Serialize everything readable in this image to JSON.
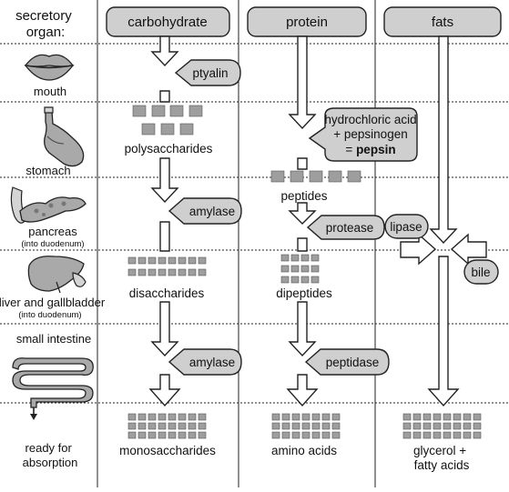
{
  "header": {
    "row_label": "secretory\norgan:",
    "columns": [
      "carbohydrate",
      "protein",
      "fats"
    ]
  },
  "organs": [
    {
      "name": "mouth",
      "note": ""
    },
    {
      "name": "stomach",
      "note": ""
    },
    {
      "name": "pancreas",
      "note": "(into duodenum)"
    },
    {
      "name": "liver and gallbladder",
      "note": "(into duodenum)"
    },
    {
      "name": "small intestine",
      "note": ""
    },
    {
      "name": "ready for\nabsorption",
      "note": ""
    }
  ],
  "enzymes": {
    "ptyalin": "ptyalin",
    "stomach_acid": [
      "hydrochloric acid",
      "+ pepsinogen"
    ],
    "pepsin_prefix": "= ",
    "pepsin": "pepsin",
    "amylase_pancreas": "amylase",
    "protease": "protease",
    "lipase": "lipase",
    "bile": "bile",
    "amylase_intestine": "amylase",
    "peptidase": "peptidase"
  },
  "products": {
    "polysaccharides": "polysaccharides",
    "peptides": "peptides",
    "disaccharides": "disaccharides",
    "dipeptides": "dipeptides",
    "monosaccharides": "monosaccharides",
    "amino_acids": "amino acids",
    "glycerol": [
      "glycerol +",
      "fatty acids"
    ]
  },
  "colors": {
    "box_fill": "#cfcfcf",
    "molecule_fill": "#9e9e9e",
    "organ_fill": "#a9a9a9"
  }
}
